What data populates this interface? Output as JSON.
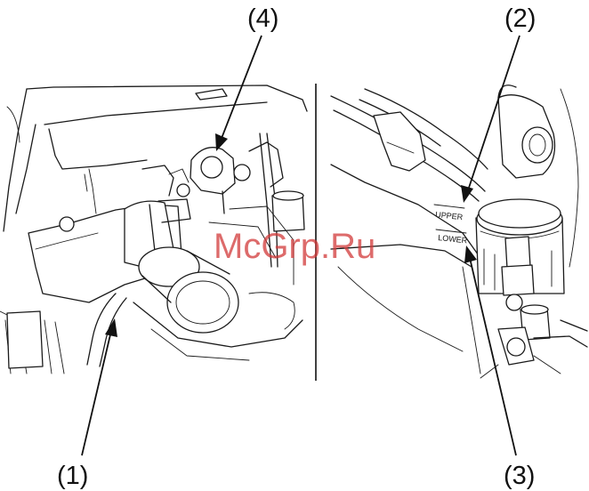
{
  "callouts": {
    "c1": "(1)",
    "c2": "(2)",
    "c3": "(3)",
    "c4": "(4)"
  },
  "reservoir_marks": {
    "upper": "UPPER",
    "lower": "LOWER"
  },
  "watermark": "McGrp.Ru",
  "colors": {
    "line": "#1a1a1a",
    "watermark": "#d23a3a",
    "background": "#ffffff"
  }
}
